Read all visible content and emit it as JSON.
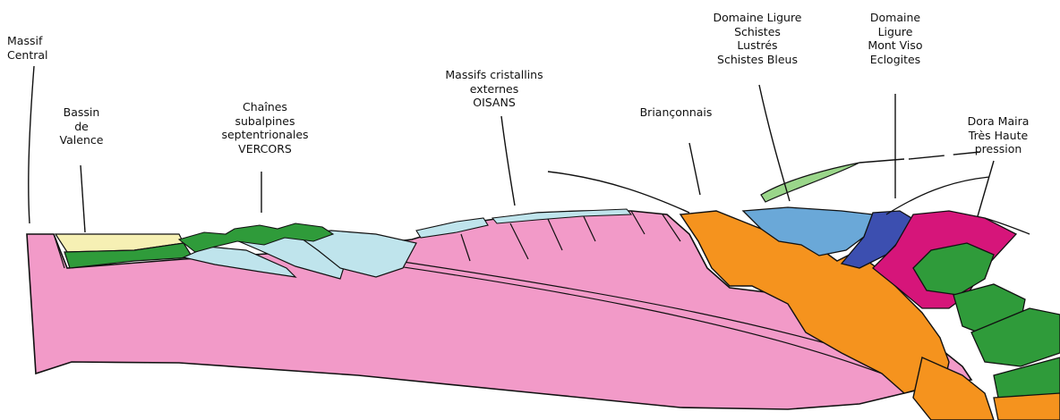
{
  "colors": {
    "basement_pink": "#f29ac8",
    "cover_green": "#2f9b3a",
    "subalpine_blue": "#bfe4ec",
    "valence_yellow": "#f6f0b4",
    "brianconnais_orange": "#f5931e",
    "schistes_lustres_blue": "#6aa8d8",
    "mont_viso_blue": "#3c4fb0",
    "dora_maira_magenta": "#d6157a",
    "outline": "#111111"
  },
  "labels": {
    "massif_central": [
      "Massif",
      "Central"
    ],
    "bassin_valence": [
      "Bassin",
      "de",
      "Valence"
    ],
    "chaines_subalpines": [
      "Chaînes",
      "subalpines",
      "septentrionales",
      "VERCORS"
    ],
    "massifs_cristallins": [
      "Massifs cristallins",
      "externes",
      "OISANS"
    ],
    "brianconnais": [
      "Briançonnais"
    ],
    "domaine_ligure_schistes": [
      "Domaine Ligure",
      "Schistes",
      "Lustrés",
      "Schistes Bleus"
    ],
    "domaine_ligure_viso": [
      "Domaine",
      "Ligure",
      "Mont Viso",
      "Eclogites"
    ],
    "dora_maira": [
      "Dora Maira",
      "Très Haute",
      "pression"
    ]
  }
}
